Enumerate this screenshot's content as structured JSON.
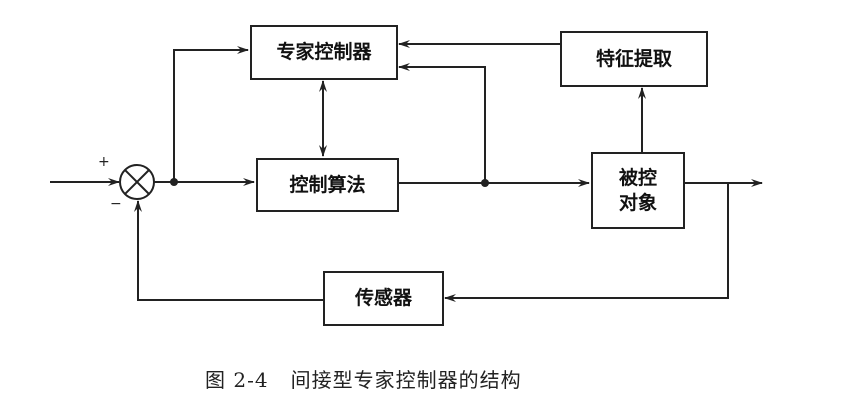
{
  "blocks": {
    "expert_controller": "专家控制器",
    "feature_extraction": "特征提取",
    "control_algorithm": "控制算法",
    "plant_line1": "被控",
    "plant_line2": "对象",
    "sensor": "传感器"
  },
  "signs": {
    "plus": "+",
    "minus": "−"
  },
  "caption": {
    "figure_number": "图 2-4",
    "title": "间接型专家控制器的结构"
  }
}
